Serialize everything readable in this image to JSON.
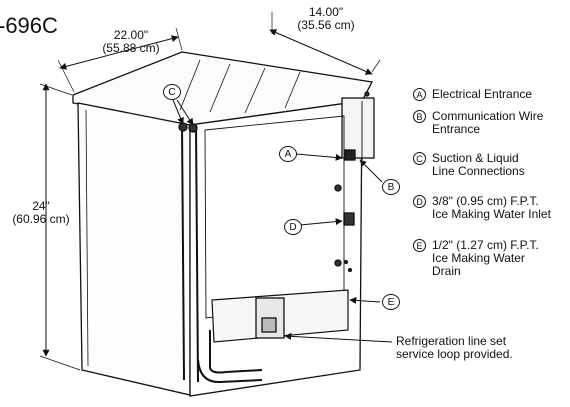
{
  "model_title": "-696C",
  "dimensions": {
    "width": {
      "in": "22.00\"",
      "cm": "(55.88 cm)"
    },
    "depth": {
      "in": "14.00\"",
      "cm": "(35.56 cm)"
    },
    "height": {
      "in": "24\"",
      "cm": "(60.96 cm)"
    }
  },
  "legend": [
    {
      "letter": "A",
      "lines": [
        "Electrical Entrance"
      ]
    },
    {
      "letter": "B",
      "lines": [
        "Communication Wire",
        "Entrance"
      ]
    },
    {
      "letter": "C",
      "lines": [
        "Suction & Liquid",
        "Line Connections"
      ]
    },
    {
      "letter": "D",
      "lines": [
        "3/8\" (0.95 cm) F.P.T.",
        "Ice Making Water Inlet"
      ]
    },
    {
      "letter": "E",
      "lines": [
        "1/2\" (1.27 cm) F.P.T.",
        "Ice Making Water",
        "Drain"
      ]
    }
  ],
  "callouts": {
    "a": "A",
    "b": "B",
    "c": "C",
    "d": "D",
    "e": "E"
  },
  "note": [
    "Refrigeration line set",
    "service loop provided."
  ]
}
